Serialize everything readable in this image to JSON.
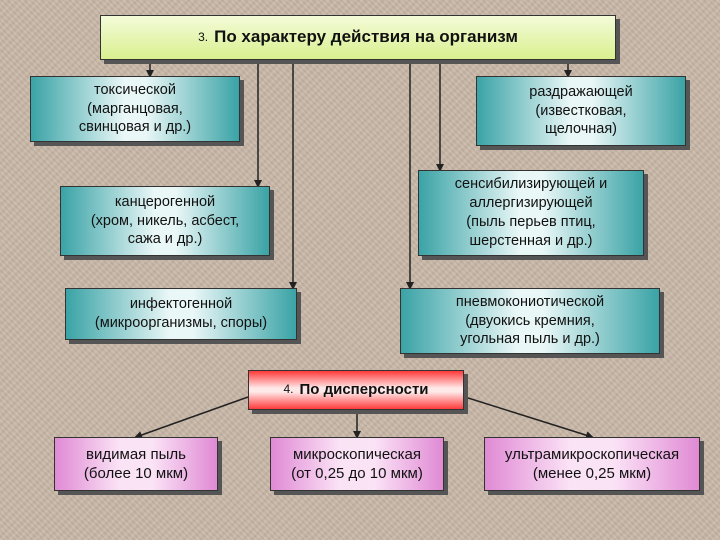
{
  "section3": {
    "number": "3.",
    "title": "По характеру действия на организм"
  },
  "nodes": {
    "toxic": "токсической\n(марганцовая,\nсвинцовая и др.)",
    "irritant": "раздражающей\n(известковая,\nщелочная)",
    "carcinogenic": "канцерогенной\n(хром, никель, асбест,\nсажа и др.)",
    "sensitizing": "сенсибилизирующей и\nаллергизирующей\n(пыль перьев птиц,\nшерстенная и др.)",
    "infectogenic": "инфектогенной\n(микроорганизмы, споры)",
    "pneumoconiotic": "пневмокониотической\n(двуокись кремния,\nугольная пыль и др.)"
  },
  "section4": {
    "number": "4.",
    "title": "По дисперсности"
  },
  "dispersion": {
    "visible": "видимая пыль\n(более 10 мкм)",
    "microscopic": "микроскопическая\n(от 0,25 до 10 мкм)",
    "ultramicroscopic": "ультрамикроскопическая\n(менее 0,25 мкм)"
  }
}
